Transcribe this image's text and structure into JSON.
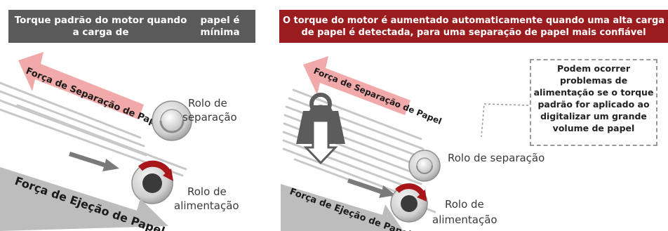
{
  "left_panel": {
    "header_line1": "Torque padrão do motor quando a carga de",
    "header_line2": "papel é mínima",
    "separation_force": "Força de Separação de Papel",
    "ejection_force": "Força de Ejeção de Papel",
    "separation_roller_line1": "Rolo de",
    "separation_roller_line2": "separação",
    "feed_roller_line1": "Rolo de",
    "feed_roller_line2": "alimentação"
  },
  "right_panel": {
    "header_line1": "O torque do motor é aumentado automaticamente quando uma alta carga",
    "header_line2": "de papel é detectada, para uma separação de papel mais confiável",
    "separation_force": "Força de Separação de Papel",
    "ejection_force": "Força de Ejeção de Papel",
    "separation_roller": "Rolo de separação",
    "feed_roller_line1": "Rolo de",
    "feed_roller_line2": "alimentação",
    "callout_lines": [
      "Podem ocorrer",
      "problemas de",
      "alimentação se o torque",
      "padrão for aplicado ao",
      "digitalizar um grande",
      "volume de papel"
    ]
  },
  "colors": {
    "left_header_bg": "#5a5a5a",
    "right_header_bg": "#9b1c1e",
    "separation_arrow": "#f2a9a9",
    "ejection_arrow": "#bdbdbd",
    "roller_red": "#a8161a",
    "paper_lines": "#c8c8c8"
  },
  "icons": [
    "weight-icon",
    "down-arrow-icon",
    "rotation-arrow-icon"
  ]
}
